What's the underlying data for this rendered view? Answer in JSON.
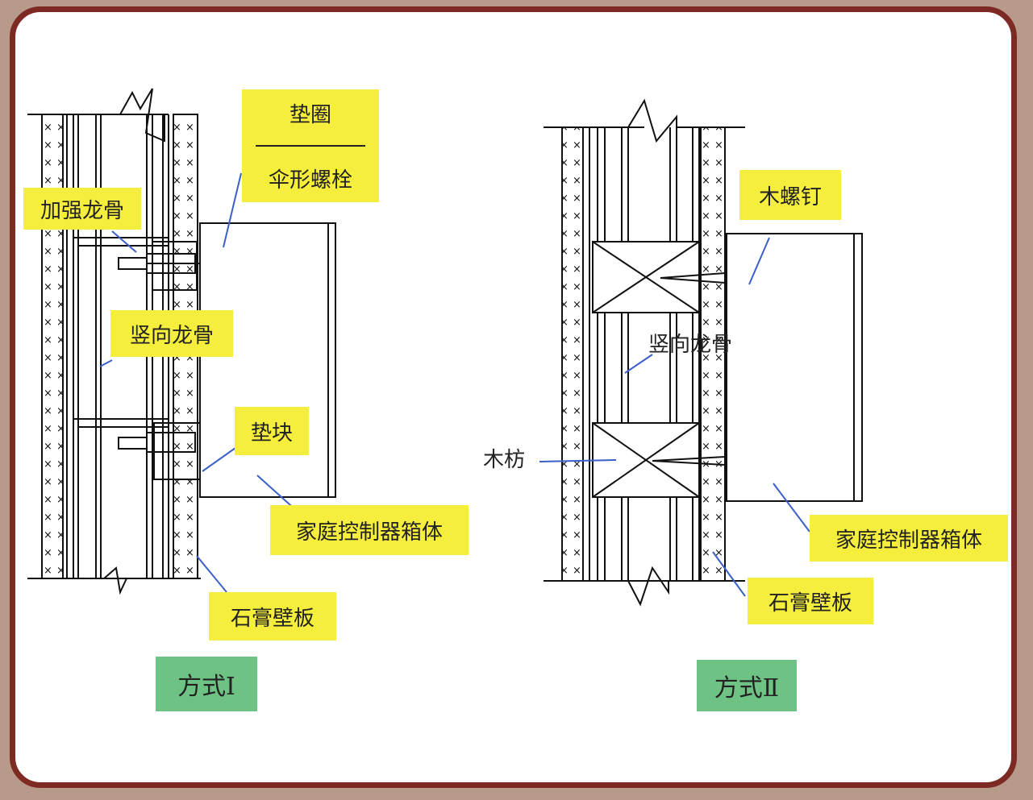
{
  "figure1": {
    "labels": {
      "washer": "垫圈",
      "umbrella_bolt": "伞形螺栓",
      "reinforced_keel": "加强龙骨",
      "vertical_keel": "竖向龙骨",
      "spacer_block": "垫块",
      "controller_box": "家庭控制器箱体",
      "gypsum_board": "石膏壁板"
    },
    "caption": "方式Ⅰ"
  },
  "figure2": {
    "labels": {
      "wood_screw": "木螺钉",
      "vertical_keel": "竖向龙骨",
      "wood_batten": "木枋",
      "controller_box": "家庭控制器箱体",
      "gypsum_board": "石膏壁板"
    },
    "caption": "方式Ⅱ"
  },
  "colors": {
    "label_bg": "#f5ee3c",
    "caption_bg": "#6ec384",
    "leader": "#3a5fc8",
    "frame": "#7e2a24",
    "background": "#b79a8a"
  }
}
